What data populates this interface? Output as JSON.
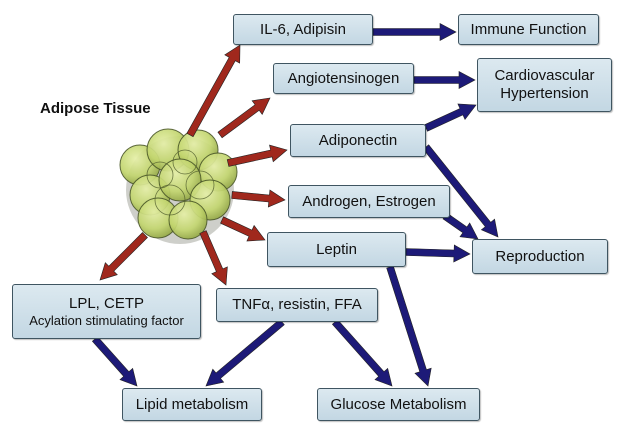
{
  "title": "Adipose Tissue",
  "colors": {
    "secretion_arrow": "#a0281d",
    "effect_arrow": "#1d1a78",
    "box_fill_top": "#dce9f0",
    "box_fill_bottom": "#c3d7e3",
    "box_border": "#3f5561",
    "cell_fill": "#c6d97a",
    "cell_stroke": "#4d5a2a"
  },
  "nodes": {
    "il6": {
      "label": "IL-6, Adipisin"
    },
    "immune": {
      "label": "Immune Function"
    },
    "angio": {
      "label": "Angiotensinogen"
    },
    "cardio": {
      "line1": "Cardiovascular",
      "line2": "Hypertension"
    },
    "adipo": {
      "label": "Adiponectin"
    },
    "andro": {
      "label": "Androgen, Estrogen"
    },
    "leptin": {
      "label": "Leptin"
    },
    "repro": {
      "label": "Reproduction"
    },
    "lpl": {
      "line1": "LPL, CETP",
      "line2": "Acylation stimulating factor"
    },
    "tnf": {
      "label_prefix": "TNF",
      "alpha": "α",
      "label_suffix": ", resistin, FFA"
    },
    "lipid": {
      "label": "Lipid metabolism"
    },
    "glucose": {
      "label": "Glucose Metabolism"
    }
  },
  "edges": [
    {
      "from": "adipose-tissue",
      "to": "il6",
      "kind": "secretion"
    },
    {
      "from": "adipose-tissue",
      "to": "angio",
      "kind": "secretion"
    },
    {
      "from": "adipose-tissue",
      "to": "adipo",
      "kind": "secretion"
    },
    {
      "from": "adipose-tissue",
      "to": "andro",
      "kind": "secretion"
    },
    {
      "from": "adipose-tissue",
      "to": "leptin",
      "kind": "secretion"
    },
    {
      "from": "adipose-tissue",
      "to": "tnf",
      "kind": "secretion"
    },
    {
      "from": "adipose-tissue",
      "to": "lpl",
      "kind": "secretion"
    },
    {
      "from": "il6",
      "to": "immune",
      "kind": "effect"
    },
    {
      "from": "angio",
      "to": "cardio",
      "kind": "effect"
    },
    {
      "from": "adipo",
      "to": "cardio",
      "kind": "effect"
    },
    {
      "from": "adipo",
      "to": "repro",
      "kind": "effect"
    },
    {
      "from": "andro",
      "to": "repro",
      "kind": "effect"
    },
    {
      "from": "leptin",
      "to": "repro",
      "kind": "effect"
    },
    {
      "from": "leptin",
      "to": "glucose",
      "kind": "effect"
    },
    {
      "from": "tnf",
      "to": "lipid",
      "kind": "effect"
    },
    {
      "from": "tnf",
      "to": "glucose",
      "kind": "effect"
    },
    {
      "from": "lpl",
      "to": "lipid",
      "kind": "effect"
    }
  ]
}
